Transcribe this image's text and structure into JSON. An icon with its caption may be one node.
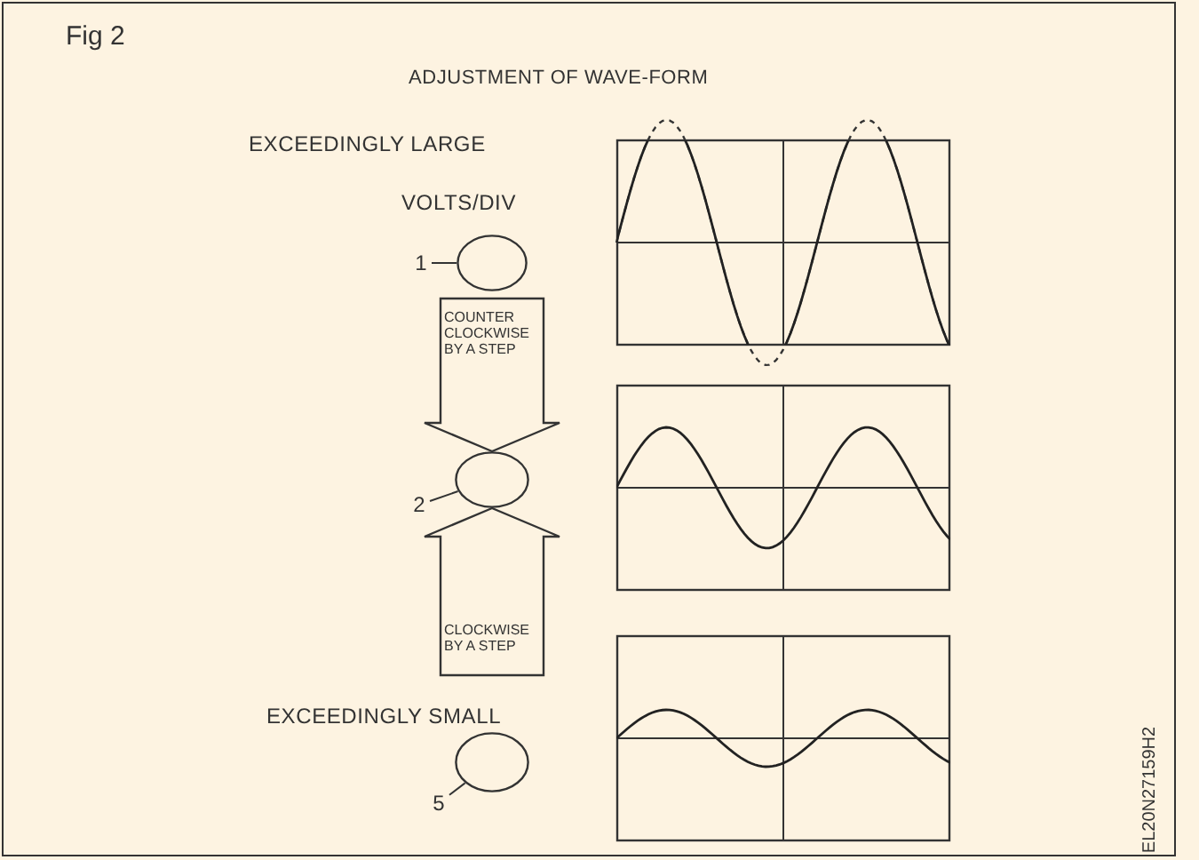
{
  "diagram": {
    "title": "ADJUSTMENT OF WAVE-FORM",
    "nodes": [
      {
        "text": [
          "1"
        ]
      },
      {
        "text": [],
        "shape": "circle"
      },
      {
        "text": [],
        "shape": "circle"
      },
      {
        "text": [
          "2"
        ]
      },
      {
        "text": [],
        "shape": "circle"
      },
      {
        "text": [
          "5"
        ]
      }
    ],
    "edges": [
      {
        "from": 0,
        "to": 1,
        "arrow": "none"
      },
      {
        "from": 1,
        "to": 2,
        "arrow": "to",
        "label": "COUNTER CLOCKWISE BY A STEP"
      },
      {
        "from": 3,
        "to": 2,
        "arrow": "none"
      },
      {
        "from": 4,
        "to": 2,
        "arrow": "to",
        "label": "CLOCKWISE BY A STEP"
      },
      {
        "from": 5,
        "to": 4,
        "arrow": "none"
      }
    ],
    "labels": [
      "Fig 2",
      "EXCEEDINGLY LARGE",
      "VOLTS/DIV",
      "EXCEEDINGLY SMALL",
      "EL20N27159H2"
    ]
  }
}
